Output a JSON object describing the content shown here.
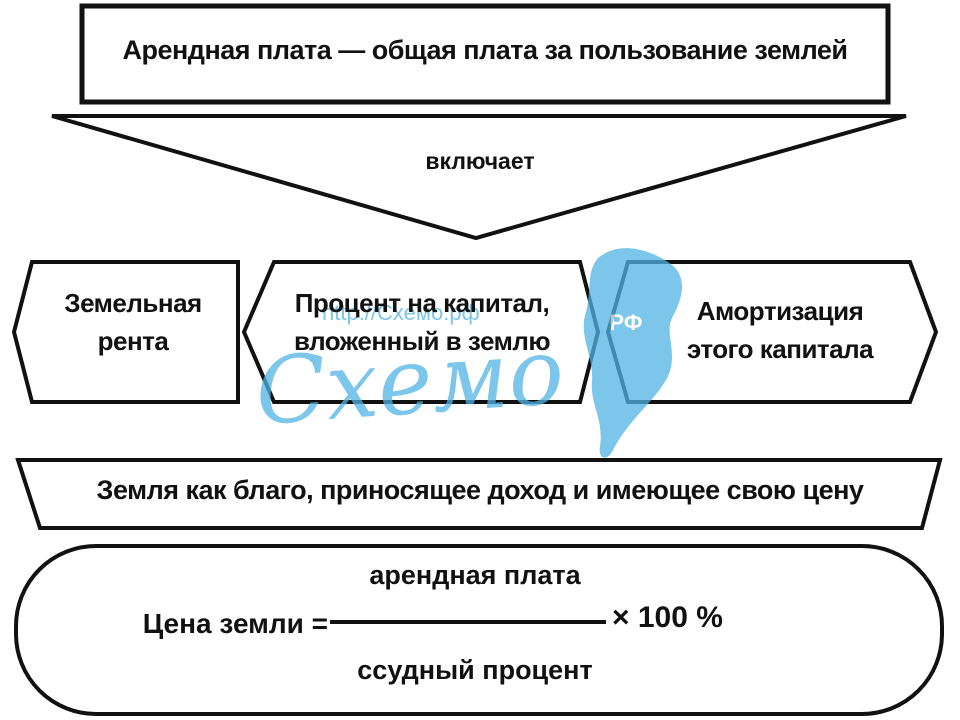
{
  "diagram": {
    "title": "Арендная плата — общая плата за пользование землей",
    "connector_label": "включает",
    "components": [
      {
        "lines": [
          "Земельная",
          "рента"
        ]
      },
      {
        "lines": [
          "Процент на капитал,",
          "вложенный в землю"
        ]
      },
      {
        "lines": [
          "Амортизация",
          "этого капитала"
        ]
      }
    ],
    "land_box": "Земля как благо, приносящее доход и имеющее свою цену",
    "formula": {
      "lhs": "Цена земли =",
      "numerator": "арендная плата",
      "denominator": "ссудный процент",
      "multiplier": "× 100 %"
    },
    "watermark": {
      "text": "Схемо",
      "url": "http://Схемо.рф",
      "badge": "РФ",
      "color": "#4fb3e3"
    }
  }
}
